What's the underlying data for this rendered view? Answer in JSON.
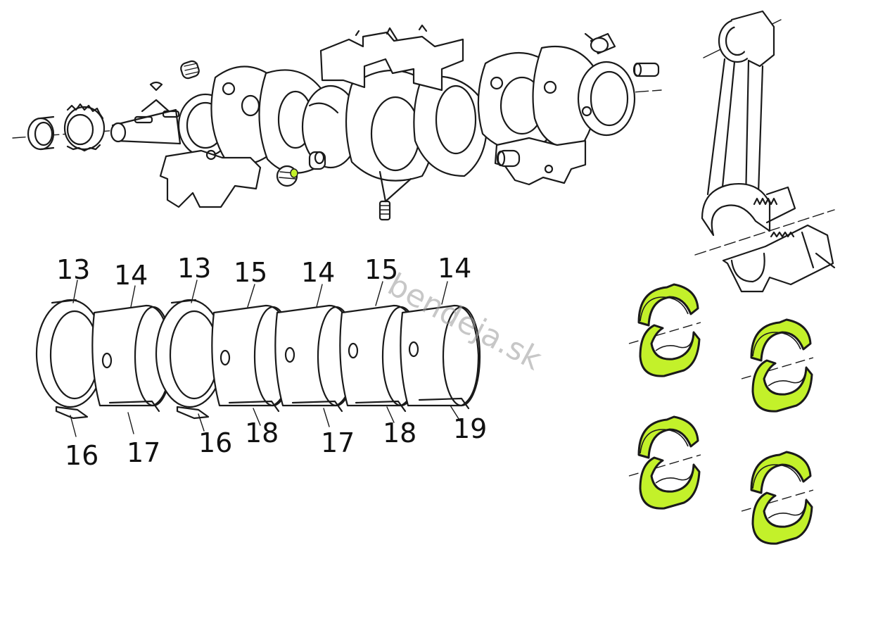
{
  "colors": {
    "ink": "#1a1a1a",
    "highlight": "#c3f12a",
    "watermark": "#9a9a9a"
  },
  "watermark": {
    "text": "bendeja.sk"
  },
  "labels": {
    "top": [
      "13",
      "14",
      "13",
      "15",
      "14",
      "15",
      "14"
    ],
    "bottom": [
      "16",
      "17",
      "16",
      "18",
      "17",
      "18",
      "19"
    ]
  },
  "icons": {
    "crankshaft": "crankshaft-drawing",
    "connecting_rod": "connecting-rod-drawing",
    "bearing_shell": "bearing-shell",
    "gear": "timing-gear"
  }
}
